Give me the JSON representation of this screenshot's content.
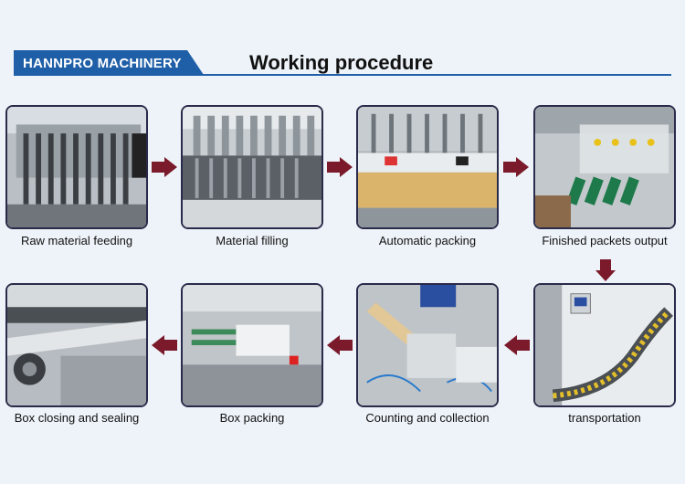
{
  "header": {
    "brand": "HANNPRO MACHINERY",
    "title": "Working procedure"
  },
  "colors": {
    "brand_blue": "#1f5fa8",
    "arrow_red": "#7a1a2a",
    "background": "#eef3f9"
  },
  "steps": [
    {
      "label": "Raw material feeding"
    },
    {
      "label": "Material filling"
    },
    {
      "label": "Automatic packing"
    },
    {
      "label": "Finished packets output"
    },
    {
      "label": "transportation"
    },
    {
      "label": "Counting and collection"
    },
    {
      "label": "Box packing"
    },
    {
      "label": "Box closing and sealing"
    }
  ],
  "icons": {
    "arrow_right": "arrow-right-icon",
    "arrow_left": "arrow-left-icon",
    "arrow_down": "arrow-down-icon"
  }
}
